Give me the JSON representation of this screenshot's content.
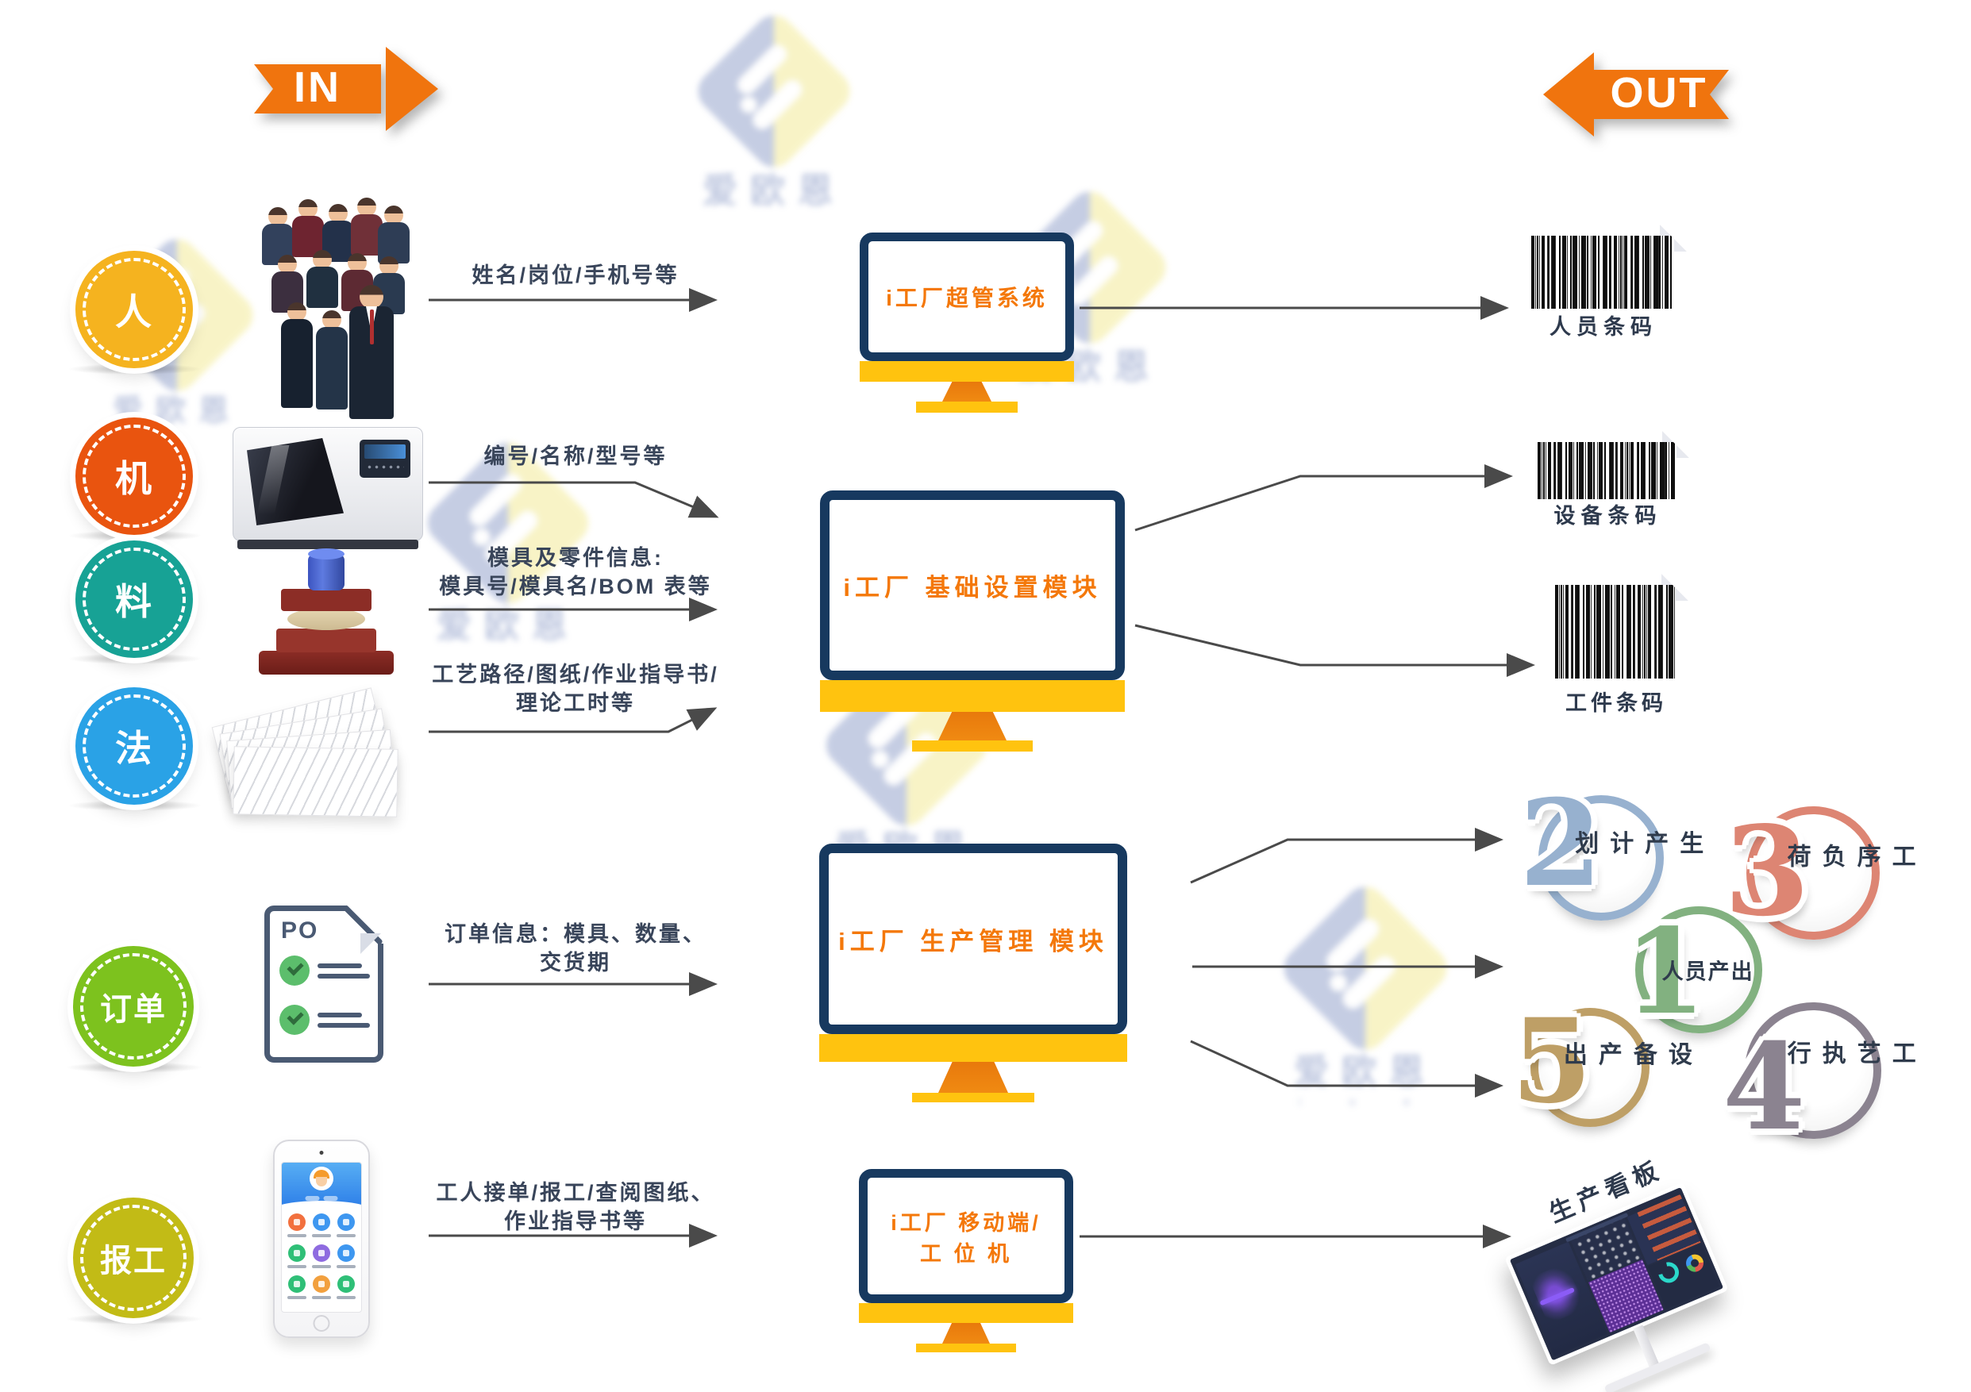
{
  "banners": {
    "in": "IN",
    "out": "OUT"
  },
  "input_factors": [
    {
      "label": "人",
      "color": "#F5B31F"
    },
    {
      "label": "机",
      "color": "#E9540F"
    },
    {
      "label": "料",
      "color": "#17A295"
    },
    {
      "label": "法",
      "color": "#2AA2E6"
    },
    {
      "label": "订单",
      "color": "#7DC21E"
    },
    {
      "label": "报工",
      "color": "#C2BB16"
    }
  ],
  "flow_labels": [
    {
      "line1": "姓名/岗位/手机号等"
    },
    {
      "line1": "编号/名称/型号等"
    },
    {
      "line1": "模具及零件信息:",
      "line2": "模具号/模具名/BOM 表等"
    },
    {
      "line1": "工艺路径/图纸/作业指导书/",
      "line2": "理论工时等"
    },
    {
      "line1": "订单信息：模具、数量、",
      "line2": "交货期"
    },
    {
      "line1": "工人接单/报工/查阅图纸、",
      "line2": "作业指导书等"
    }
  ],
  "modules": [
    {
      "title": "i工厂超管系统"
    },
    {
      "title": "i工厂 基础设置模块"
    },
    {
      "title": "i工厂 生产管理 模块"
    },
    {
      "title": "i工厂 移动端/",
      "title_line2": "工 位 机"
    }
  ],
  "barcodes": [
    {
      "label": "人员条码"
    },
    {
      "label": "设备条码"
    },
    {
      "label": "工件条码"
    }
  ],
  "kpi_rings": [
    {
      "number": "2",
      "label": "生产计划",
      "color": "#97B1CF"
    },
    {
      "number": "3",
      "label": "工序负荷",
      "color": "#DD8573"
    },
    {
      "number": "1",
      "label": "人员产出",
      "color": "#82B180"
    },
    {
      "number": "5",
      "label": "设备产出",
      "color": "#BE9F66"
    },
    {
      "number": "4",
      "label": "工艺执行",
      "color": "#8B8390"
    }
  ],
  "dashboard": {
    "label": "生产看板"
  },
  "po_document": {
    "title": "PO"
  },
  "watermark": {
    "brand": "爱欧恩",
    "initials": "i o e"
  },
  "colors": {
    "banner_orange": "#F0740E",
    "monitor_frame_navy": "#17395F",
    "monitor_yellow": "#FFC30F",
    "monitor_stand_orange": "#F08A12",
    "screen_title_orange": "#F4780A",
    "flow_text_navy": "#39455A",
    "connector_gray": "#4A4A4A"
  }
}
